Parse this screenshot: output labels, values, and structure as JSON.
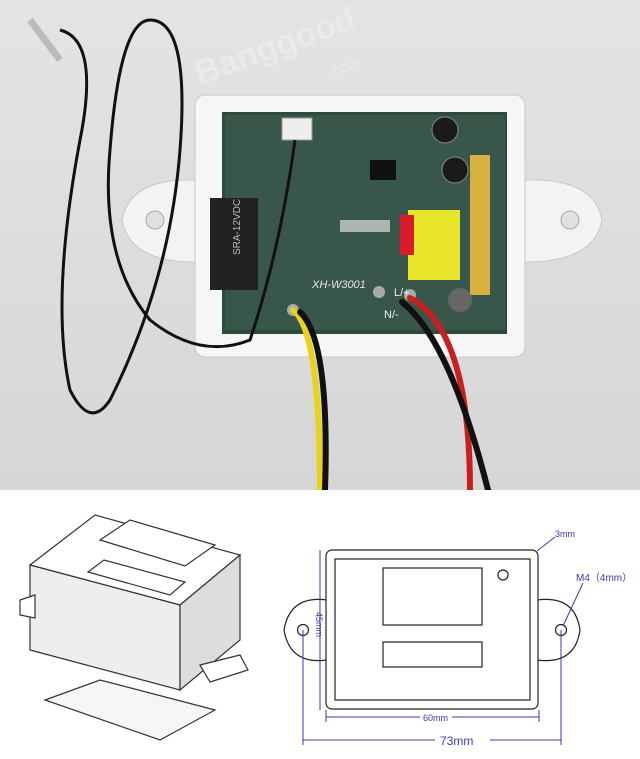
{
  "photo": {
    "watermark": "Banggood",
    "watermark_sub": ".com",
    "board_model": "XH-W3001",
    "relay_label": "SRA-12VDC",
    "terminal_load": "L/+",
    "terminal_neutral": "N/-",
    "colors": {
      "background": "#dcdcdc",
      "pcb": "#2f4a3a",
      "wire_yellow": "#e8d21a",
      "wire_red": "#c8201e",
      "wire_black": "#111111"
    }
  },
  "dimensions": {
    "corner_radius": "3mm",
    "mount_hole": "M4（4mm）",
    "height": "45mm",
    "inner_width": "60mm",
    "total_width": "73mm",
    "color": "#3a3ab0"
  }
}
